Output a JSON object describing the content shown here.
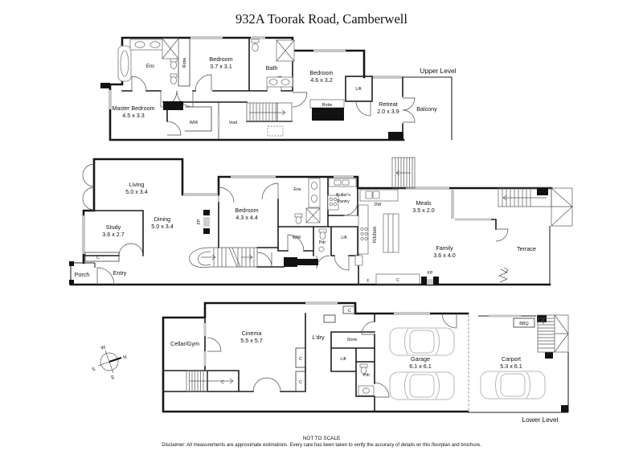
{
  "title": "932A Toorak Road, Camberwell",
  "compass": {
    "w": "W",
    "n": "N",
    "s": "S",
    "e": "E"
  },
  "footer": {
    "scale_note": "NOT TO SCALE",
    "disclaimer": "Disclaimer: All measurements are approximate estimations. Every care has been taken to verify the accuracy of details on this floorplan and brochure."
  },
  "upper": {
    "label": "Upper Level",
    "rooms": {
      "ens": {
        "name": "Ens"
      },
      "robe_hall": {
        "name": "Robe"
      },
      "bedroom2": {
        "name": "Bedroom",
        "dims": "3.7 x 3.1"
      },
      "bath": {
        "name": "Bath"
      },
      "bedroom3": {
        "name": "Bedroom",
        "dims": "4.6 x 3.2"
      },
      "lift": {
        "name": "Lift"
      },
      "robe3": {
        "name": "Robe"
      },
      "retreat": {
        "name": "Retreat",
        "dims": "2.0 x 3.9"
      },
      "balcony": {
        "name": "Balcony"
      },
      "master": {
        "name": "Master Bedroom",
        "dims": "4.5 x 3.3"
      },
      "wir": {
        "name": "WIR"
      },
      "void": {
        "name": "Void"
      }
    }
  },
  "ground": {
    "rooms": {
      "living": {
        "name": "Living",
        "dims": "5.0 x 3.4"
      },
      "study": {
        "name": "Study",
        "dims": "3.6 x 2.7"
      },
      "dining": {
        "name": "Dining",
        "dims": "5.0 x 3.4"
      },
      "fp_dining": {
        "name": "FP"
      },
      "bedroom": {
        "name": "Bedroom",
        "dims": "4.3 x 4.4"
      },
      "ens": {
        "name": "Ens"
      },
      "butlers": {
        "line1": "Butler's",
        "line2": "Pantry"
      },
      "dw": {
        "name": "DW"
      },
      "meals": {
        "name": "Meals",
        "dims": "3.5 x 2.0"
      },
      "kitchen": {
        "name": "Kitchen"
      },
      "wir": {
        "name": "WIR"
      },
      "pdr": {
        "name": "Pdr"
      },
      "lift": {
        "name": "Lift"
      },
      "family": {
        "name": "Family",
        "dims": "3.6 x 4.0"
      },
      "terrace": {
        "name": "Terrace"
      },
      "porch": {
        "name": "Porch"
      },
      "entry": {
        "name": "Entry"
      },
      "c_entry": {
        "name": "C"
      },
      "f": {
        "name": "F"
      },
      "c_family": {
        "name": "C"
      },
      "fp_family": {
        "name": "FP"
      }
    }
  },
  "lower": {
    "label": "Lower Level",
    "rooms": {
      "cellar": {
        "name": "Cellar/Gym"
      },
      "cinema": {
        "name": "Cinema",
        "dims": "5.5 x 5.7"
      },
      "ldry": {
        "name": "L'dry"
      },
      "store": {
        "name": "Store"
      },
      "c_top": {
        "name": "C"
      },
      "lift": {
        "name": "Lift"
      },
      "pdr": {
        "name": "Pdr"
      },
      "c_hall1": {
        "name": "C"
      },
      "c_hall2": {
        "name": "C"
      },
      "c_stairs": {
        "name": "C"
      },
      "garage": {
        "name": "Garage",
        "dims": "6.1 x 6.1"
      },
      "carport": {
        "name": "Carport",
        "dims": "5.3 x 6.1"
      },
      "bbq": {
        "name": "BBQ"
      }
    }
  }
}
